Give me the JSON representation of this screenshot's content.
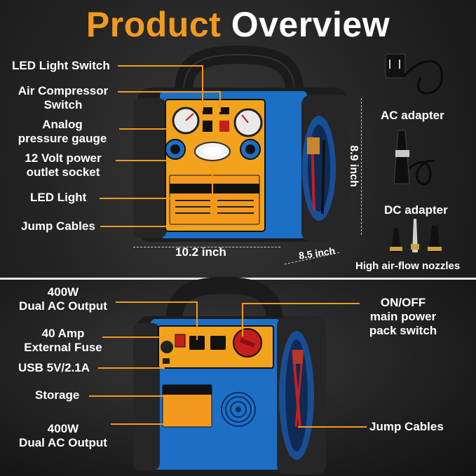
{
  "title": {
    "word1": "Product",
    "word2": "Overview"
  },
  "front": {
    "led_light_switch": "LED Light Switch",
    "air_compressor_switch_1": "Air Compressor",
    "air_compressor_switch_2": "Switch",
    "analog_gauge_1": "Analog",
    "analog_gauge_2": "pressure gauge",
    "outlet_1": "12 Volt power",
    "outlet_2": "outlet socket",
    "led_light": "LED Light",
    "jump_cables": "Jump Cables",
    "dim_width": "10.2 inch",
    "dim_height": "8.9 inch",
    "dim_depth": "8.5 inch"
  },
  "accessories": {
    "ac_adapter": "AC adapter",
    "dc_adapter": "DC adapter",
    "nozzles": "High air-flow nozzles"
  },
  "rear": {
    "ac_output_power_top": "400W",
    "ac_output_label_top": "Dual AC Output",
    "fuse_1": "40 Amp",
    "fuse_2": "External Fuse",
    "usb": "USB 5V/2.1A",
    "storage": "Storage",
    "ac_output_power_bottom": "400W",
    "ac_output_label_bottom": "Dual AC Output",
    "switch_1": "ON/OFF",
    "switch_2": "main power",
    "switch_3": "pack switch",
    "jump_cables": "Jump Cables"
  },
  "colors": {
    "accent": "#f39a1e",
    "text": "#ffffff",
    "panel_blue": "#1b6fc4",
    "background": "#242424"
  }
}
